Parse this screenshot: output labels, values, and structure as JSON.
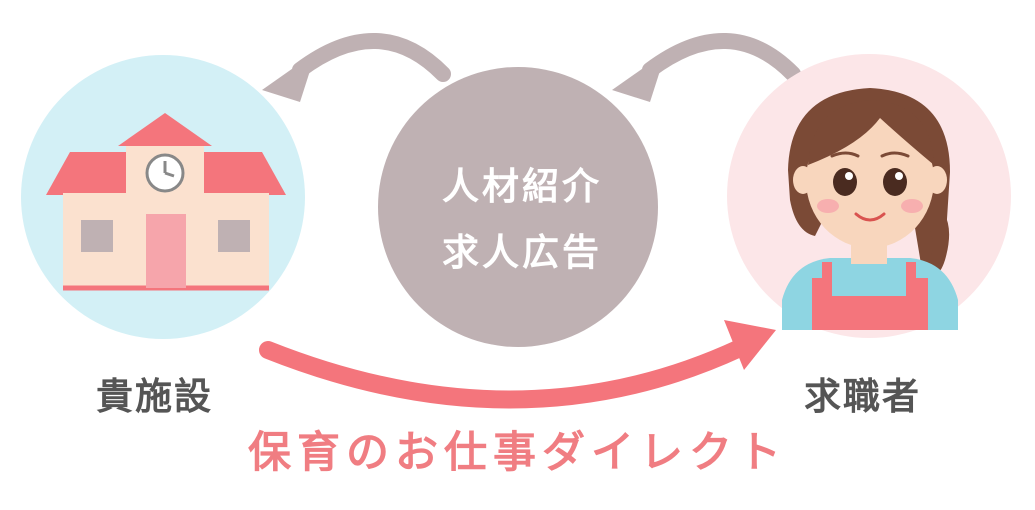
{
  "facility": {
    "label": "貴施設"
  },
  "service": {
    "line1": "人材紹介",
    "line2": "求人広告"
  },
  "seeker": {
    "label": "求職者"
  },
  "tagline": "保育のお仕事ダイレクト",
  "colors": {
    "accent_pink": "#f4757c",
    "tagline_pink": "#f07d82",
    "gray_mauve": "#bfb1b3",
    "light_blue": "#d3f0f6",
    "light_pink": "#fce6e8"
  }
}
